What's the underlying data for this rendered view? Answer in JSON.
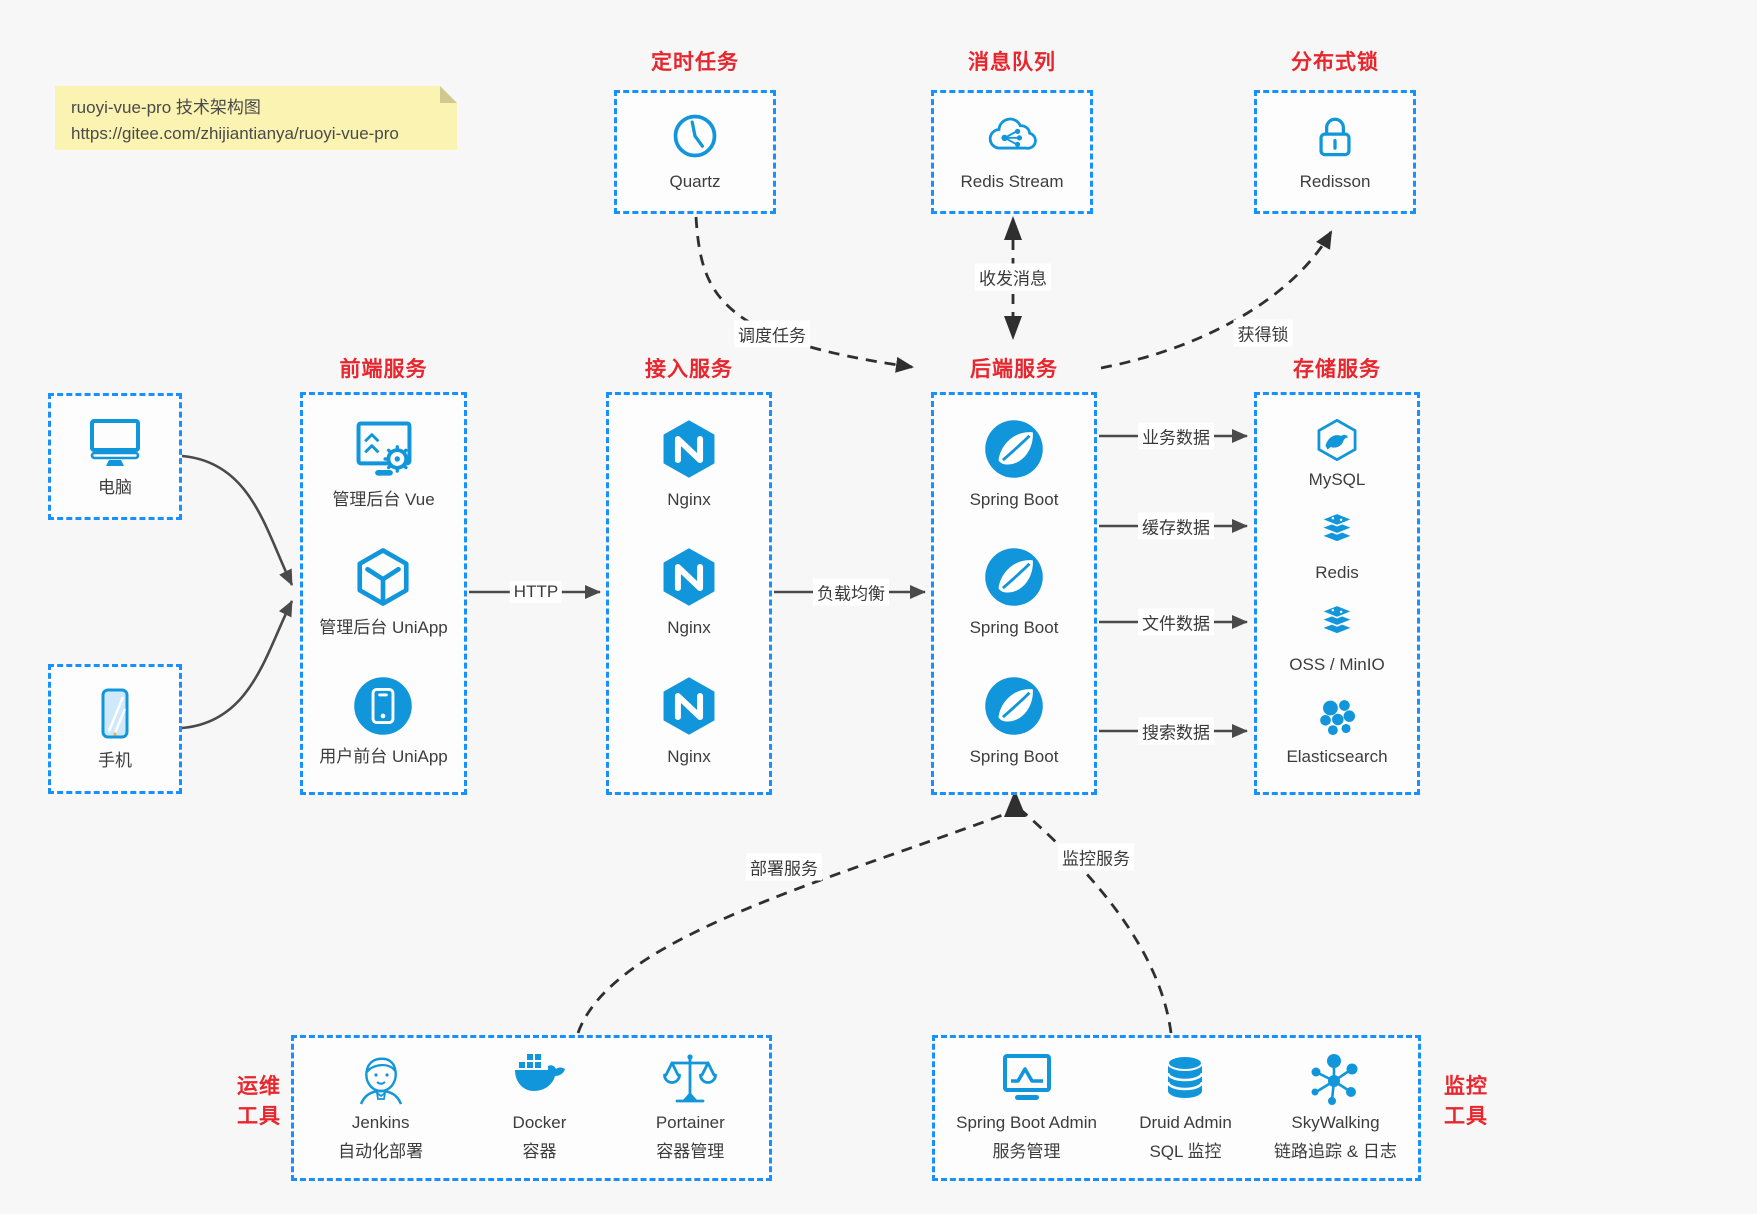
{
  "page": {
    "background": "#f7f7f7",
    "box_border_blue": "#1890ff",
    "icon_blue": "#1296db",
    "title_red": "#e8262d",
    "note_yellow": "#faf3b2"
  },
  "note": {
    "line1": "ruoyi-vue-pro 技术架构图",
    "line2": "https://gitee.com/zhijiantianya/ruoyi-vue-pro"
  },
  "top_groups": [
    {
      "title": "定时任务",
      "icon": "clock-icon",
      "label": "Quartz"
    },
    {
      "title": "消息队列",
      "icon": "cloud-network-icon",
      "label": "Redis Stream"
    },
    {
      "title": "分布式锁",
      "icon": "lock-icon",
      "label": "Redisson"
    }
  ],
  "clients": [
    {
      "icon": "desktop-icon",
      "label": "电脑"
    },
    {
      "icon": "phone-icon",
      "label": "手机"
    }
  ],
  "columns": [
    {
      "title": "前端服务",
      "items": [
        {
          "icon": "admin-vue-icon",
          "label": "管理后台 Vue"
        },
        {
          "icon": "uniapp-cube-icon",
          "label": "管理后台 UniApp"
        },
        {
          "icon": "user-app-circle-icon",
          "label": "用户前台 UniApp"
        }
      ]
    },
    {
      "title": "接入服务",
      "items": [
        {
          "icon": "nginx-icon",
          "label": "Nginx"
        },
        {
          "icon": "nginx-icon",
          "label": "Nginx"
        },
        {
          "icon": "nginx-icon",
          "label": "Nginx"
        }
      ]
    },
    {
      "title": "后端服务",
      "items": [
        {
          "icon": "spring-boot-icon",
          "label": "Spring Boot"
        },
        {
          "icon": "spring-boot-icon",
          "label": "Spring Boot"
        },
        {
          "icon": "spring-boot-icon",
          "label": "Spring Boot"
        }
      ]
    },
    {
      "title": "存储服务",
      "items": [
        {
          "icon": "mysql-icon",
          "label": "MySQL"
        },
        {
          "icon": "redis-icon",
          "label": "Redis"
        },
        {
          "icon": "oss-minio-icon",
          "label": "OSS / MinIO"
        },
        {
          "icon": "elasticsearch-icon",
          "label": "Elasticsearch"
        }
      ]
    }
  ],
  "edge_labels": {
    "http": "HTTP",
    "lb": "负载均衡",
    "biz": "业务数据",
    "cache": "缓存数据",
    "file": "文件数据",
    "search": "搜索数据",
    "schedule": "调度任务",
    "mq": "收发消息",
    "lock": "获得锁",
    "deploy": "部署服务",
    "monitor": "监控服务"
  },
  "bottom_groups": [
    {
      "side": {
        "line1": "运维",
        "line2": "工具"
      },
      "items": [
        {
          "icon": "jenkins-icon",
          "label": "Jenkins",
          "sub": "自动化部署"
        },
        {
          "icon": "docker-icon",
          "label": "Docker",
          "sub": "容器"
        },
        {
          "icon": "portainer-icon",
          "label": "Portainer",
          "sub": "容器管理"
        }
      ]
    },
    {
      "side": {
        "line1": "监控",
        "line2": "工具"
      },
      "items": [
        {
          "icon": "spring-boot-admin-icon",
          "label": "Spring Boot Admin",
          "sub": "服务管理"
        },
        {
          "icon": "druid-icon",
          "label": "Druid Admin",
          "sub": "SQL 监控"
        },
        {
          "icon": "skywalking-icon",
          "label": "SkyWalking",
          "sub": "链路追踪 & 日志"
        }
      ]
    }
  ]
}
